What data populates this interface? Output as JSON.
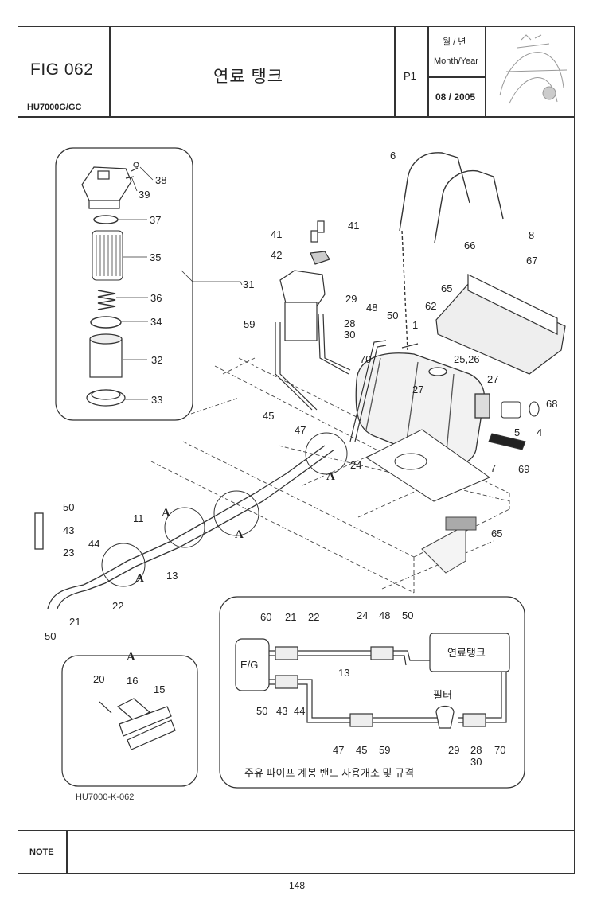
{
  "header": {
    "fig_no": "FIG 062",
    "model": "HU7000G/GC",
    "title": "연료 탱크",
    "page": "P1",
    "month_year_kr": "월 / 년",
    "month_year_en": "Month/Year",
    "date": "08 / 2005"
  },
  "parts": {
    "p1": "1",
    "p4": "4",
    "p5": "5",
    "p6": "6",
    "p7": "7",
    "p8": "8",
    "p11": "11",
    "p13": "13",
    "p21": "21",
    "p22": "22",
    "p23": "23",
    "p24": "24",
    "p25_26": "25,26",
    "p27a": "27",
    "p27b": "27",
    "p28": "28",
    "p29": "29",
    "p30": "30",
    "p31": "31",
    "p32": "32",
    "p33": "33",
    "p34": "34",
    "p35": "35",
    "p36": "36",
    "p37": "37",
    "p38": "38",
    "p39": "39",
    "p41a": "41",
    "p41b": "41",
    "p42": "42",
    "p43": "43",
    "p44": "44",
    "p45": "45",
    "p47": "47",
    "p48": "48",
    "p50a": "50",
    "p50b": "50",
    "p50c": "50",
    "p59": "59",
    "p62": "62",
    "p65a": "65",
    "p65b": "65",
    "p66": "66",
    "p67": "67",
    "p68": "68",
    "p69": "69",
    "p70": "70",
    "a1": "A",
    "a2": "A",
    "a3": "A",
    "a4": "A"
  },
  "detail_a": {
    "title": "A",
    "p15": "15",
    "p16": "16",
    "p20": "20"
  },
  "schematic": {
    "eg": "E/G",
    "tank": "연료탱크",
    "filter": "필터",
    "caption": "주유 파이프 계봉 밴드 사용개소 및 규격",
    "t60": "60",
    "t21": "21",
    "t22": "22",
    "t24": "24",
    "t48": "48",
    "t50": "50",
    "t13": "13",
    "b50": "50",
    "b43": "43",
    "b44": "44",
    "b47": "47",
    "b45": "45",
    "b59": "59",
    "b29": "29",
    "b28": "28",
    "b70": "70",
    "b30": "30"
  },
  "drawing_code": "HU7000-K-062",
  "note": "NOTE",
  "page_number": "148"
}
